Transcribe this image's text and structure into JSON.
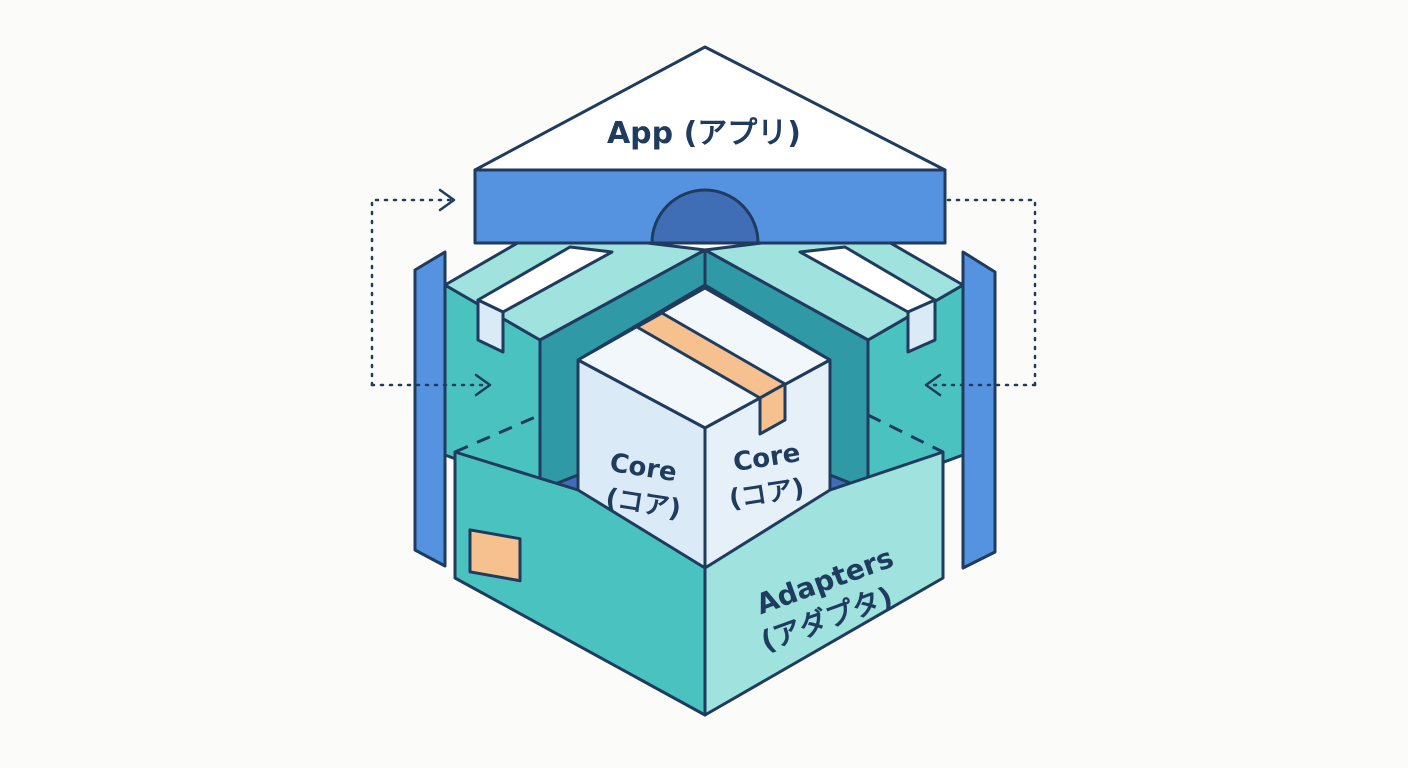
{
  "labels": {
    "app": "App (アプリ)",
    "core_left_line1": "Core",
    "core_left_line2": "(コア)",
    "core_right_line1": "Core",
    "core_right_line2": "(コア)",
    "adapters_line1": "Adapters",
    "adapters_line2": "(アダプタ)"
  },
  "colors": {
    "outline": "#1f3b5e",
    "app_blue": "#5593e0",
    "app_blue_dark": "#3f6db6",
    "teal": "#4ac3c0",
    "teal_light": "#9fe2de",
    "teal_dark": "#2f9aa6",
    "core_face": "#dbeaf7",
    "core_top": "#f2f7fc",
    "tape_orange": "#f7c08f",
    "background": "#fbfbf9"
  }
}
